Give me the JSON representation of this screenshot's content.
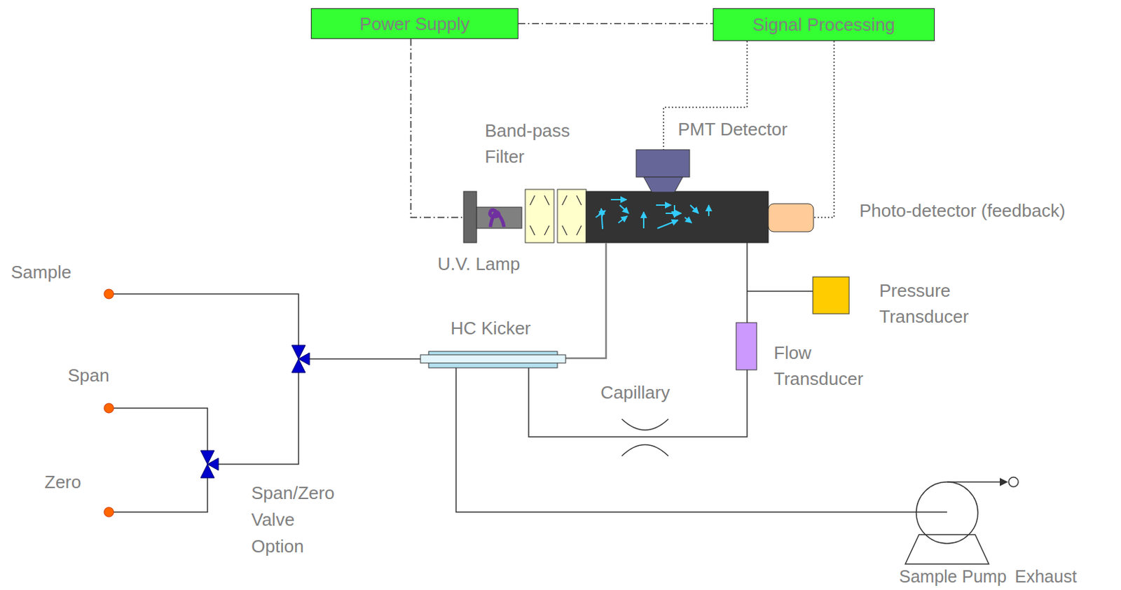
{
  "diagram": {
    "nodes": [
      {
        "text": [
          "Power Supply"
        ]
      },
      {
        "text": [
          "Signal Processing"
        ]
      },
      {
        "text": [
          "Span/Zero Valve Option"
        ]
      }
    ],
    "edges": [
      {
        "from": 0,
        "to": 1,
        "arrow": "none"
      }
    ],
    "labels": [
      "Band-pass Filter",
      "PMT Detector",
      "Photo-detector (feedback)",
      "U.V. Lamp",
      "Sample",
      "Span",
      "Zero",
      "Pressure Transducer",
      "HC Kicker",
      "Flow Transducer",
      "Capillary",
      "Sample Pump",
      "Exhaust"
    ]
  }
}
